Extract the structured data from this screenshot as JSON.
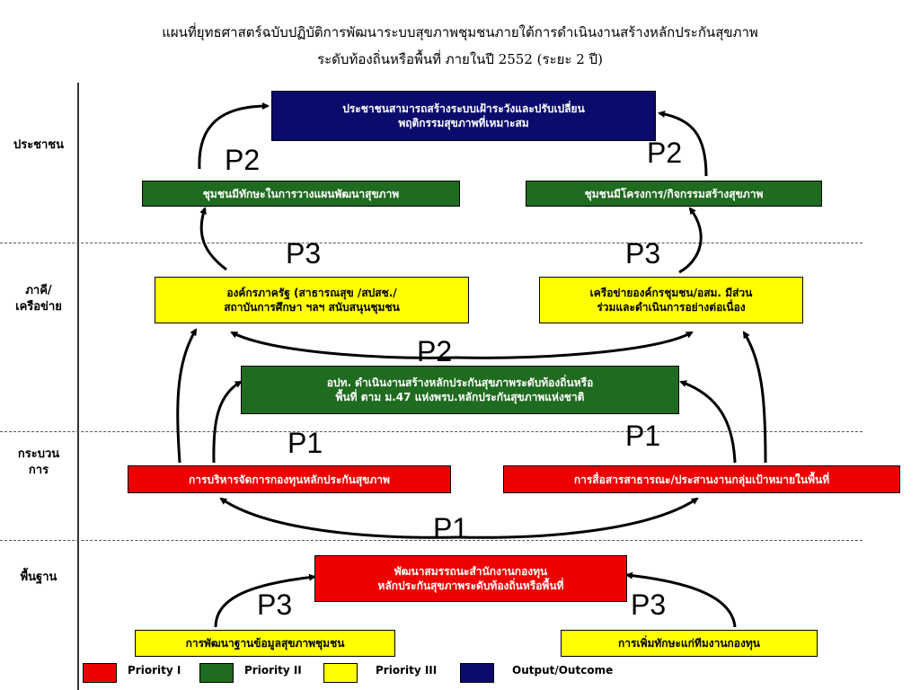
{
  "title": {
    "line1": "แผนที่ยุทธศาสตร์ฉบับปฏิบัติการพัฒนาระบบสุขภาพชุมชนภายใต้การดำเนินงานสร้างหลักประกันสุขภาพ",
    "line2": "ระดับท้องถิ่นหรือพื้นที่ ภายในปี 2552 (ระยะ 2 ปี)"
  },
  "levels": {
    "people": "ประชาชน",
    "partners_1": "ภาคี/",
    "partners_2": "เครือข่าย",
    "process_1": "กระบวน",
    "process_2": "การ",
    "foundation": "พื้นฐาน"
  },
  "boxes": {
    "outcome_1": "ประชาชนสามารถสร้างระบบเฝ้าระวังและปรับเปลี่ยน",
    "outcome_2": "พฤติกรรมสุขภาพที่เหมาะสม",
    "community_planning": "ชุมชนมีทักษะในการวางแผนพัฒนาสุขภาพ",
    "community_projects": "ชุมชนมีโครงการ/กิจกรรมสร้างสุขภาพ",
    "gov_orgs_1": "องค์กรภาครัฐ (สาธารณสุข /สปสช./",
    "gov_orgs_2": "สถาบันการศึกษา ฯลฯ สนับสนุนชุมชน",
    "community_network_1": "เครือข่ายองค์กรชุมชน/อสม. มีส่วน",
    "community_network_2": "ร่วมและดำเนินการอย่างต่อเนื่อง",
    "lao_1": "อปท. ดำเนินงานสร้างหลักประกันสุขภาพระดับท้องถิ่นหรือ",
    "lao_2": "พื้นที่ ตาม ม.47 แห่งพรบ.หลักประกันสุขภาพแห่งชาติ",
    "fund_management": "การบริหารจัดการกองทุนหลักประกันสุขภาพ",
    "public_communication": "การสื่อสารสาธารณะ/ประสานงานกลุ่มเป้าหมายในพื้นที่",
    "office_dev_1": "พัฒนาสมรรถนะสำนักงานกองทุน",
    "office_dev_2": "หลักประกันสุขภาพระดับท้องถิ่นหรือพื้นที่",
    "health_database": "การพัฒนาฐานข้อมูลสุขภาพชุมชน",
    "team_skills": "การเพิ่มทักษะแก่ทีมงานกองทุน"
  },
  "priority_labels": {
    "p2_top_left": "P2",
    "p2_top_right": "P2",
    "p3_mid_left": "P3",
    "p3_mid_right": "P3",
    "p2_center": "P2",
    "p1_left": "P1",
    "p1_right": "P1",
    "p1_center": "P1",
    "p3_bottom_left": "P3",
    "p3_bottom_right": "P3"
  },
  "legend": {
    "priority1": "Priority I",
    "priority2": "Priority II",
    "priority3": "Priority III",
    "output": "Output/Outcome"
  },
  "colors": {
    "priority1": "#ee0000",
    "priority2": "#1f6b1f",
    "priority3": "#ffff00",
    "output": "#0b0b6b"
  }
}
